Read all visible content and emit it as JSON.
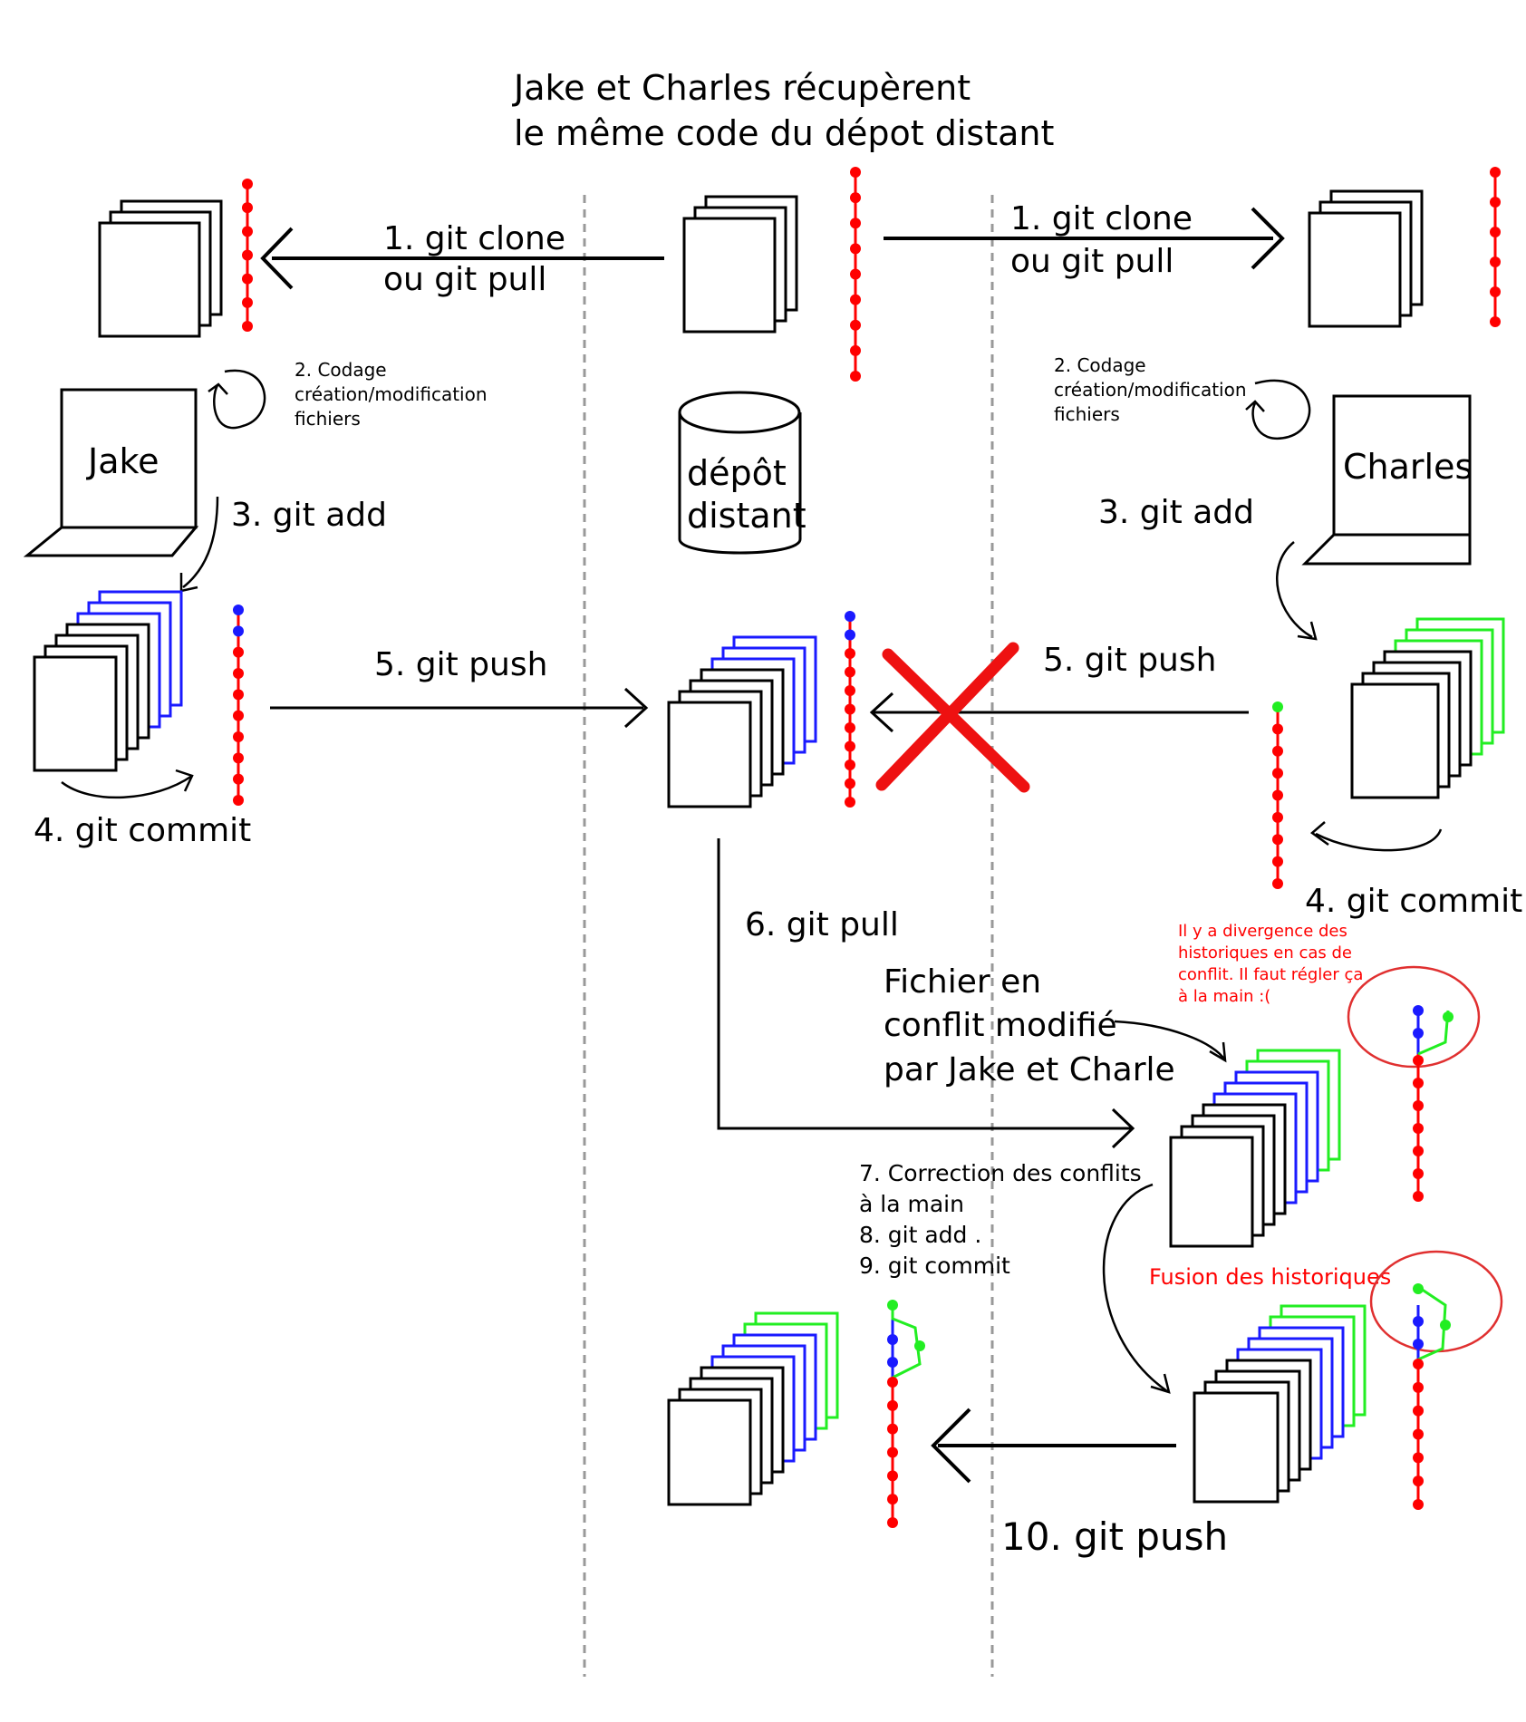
{
  "title_lines": [
    "Jake et Charles récupèrent",
    "le même code du dépot distant"
  ],
  "jake": {
    "name": "Jake",
    "clone_lines": [
      "1. git clone",
      "ou git pull"
    ],
    "coding_lines": [
      "2. Codage",
      "création/modification",
      "fichiers"
    ],
    "add_label": "3. git add",
    "commit_label": "4. git commit",
    "push_label": "5. git push"
  },
  "remote": {
    "repo_lines": [
      "dépôt",
      "distant"
    ],
    "pull_label": "6. git pull"
  },
  "charles": {
    "name": "Charles",
    "clone_lines": [
      "1. git clone",
      "ou git pull"
    ],
    "coding_lines": [
      "2. Codage",
      "création/modification",
      "fichiers"
    ],
    "add_label": "3. git add",
    "push_label": "5. git push",
    "commit_label": "4. git commit"
  },
  "conflict": {
    "file_lines": [
      "Fichier en",
      "conflit modifié",
      "par Jake et Charle"
    ],
    "divergence_lines": [
      "Il y a divergence des",
      "historiques en cas de",
      "conflit. Il faut régler ça",
      "à la main :("
    ],
    "steps_lines": [
      "7. Correction des conflits",
      "à la main",
      "8. git add .",
      "9. git commit"
    ],
    "merge_label": "Fusion des historiques",
    "final_push_label": "10. git push"
  },
  "colors": {
    "stroke": "#000000",
    "jake_commits": "#1a1aff",
    "charles_commits": "#22ee22",
    "history": "#ff0000",
    "rejected": "#ee1111",
    "note_red": "#ff0000",
    "separator": "#999999"
  },
  "icons": [
    "laptop-icon",
    "database-icon",
    "file-stack-icon",
    "commit-history-icon",
    "rejected-cross-icon",
    "arrow-icon",
    "circular-arrow-icon"
  ]
}
